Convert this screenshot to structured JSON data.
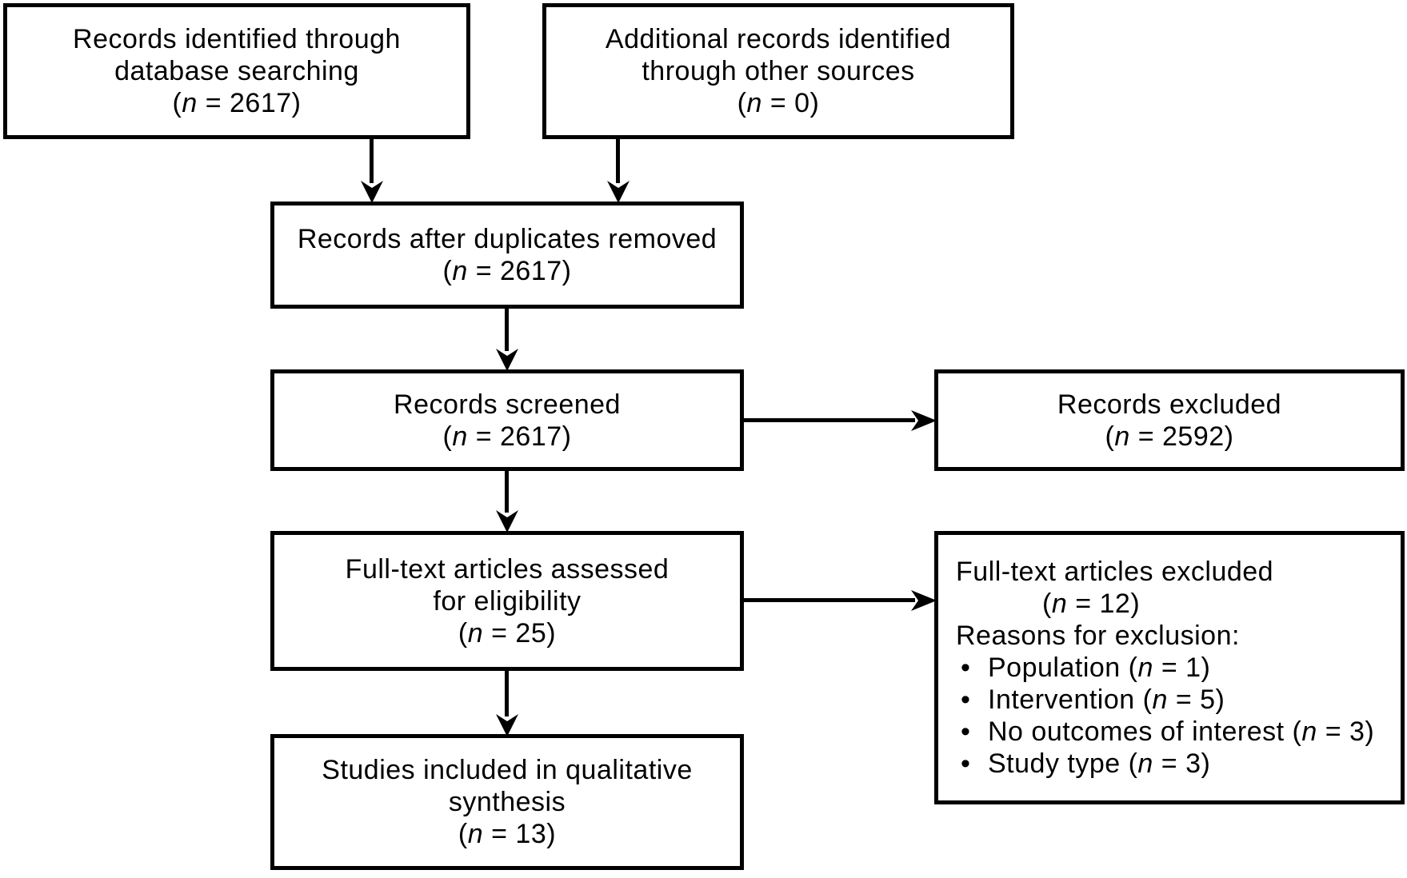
{
  "colors": {
    "line": "#000000",
    "background": "#ffffff"
  },
  "boxes": {
    "identified_db": {
      "lines": [
        "Records identified through",
        "database searching"
      ],
      "stat": {
        "open": "(",
        "n": "n",
        "rest": " = 2617)"
      }
    },
    "identified_other": {
      "lines": [
        "Additional records identified",
        "through other sources"
      ],
      "stat": {
        "open": "(",
        "n": "n",
        "rest": " = 0)"
      }
    },
    "after_duplicates": {
      "lines": [
        "Records after duplicates removed"
      ],
      "stat": {
        "open": "(",
        "n": "n",
        "rest": " = 2617)"
      }
    },
    "screened": {
      "lines": [
        "Records screened"
      ],
      "stat": {
        "open": "(",
        "n": "n",
        "rest": " = 2617)"
      }
    },
    "records_excluded": {
      "lines": [
        "Records excluded"
      ],
      "stat": {
        "open": "(",
        "n": "n",
        "rest": " = 2592)"
      }
    },
    "fulltext_assessed": {
      "lines": [
        "Full-text articles assessed",
        "for eligibility"
      ],
      "stat": {
        "open": "(",
        "n": "n",
        "rest": " = 25)"
      }
    },
    "fulltext_excluded": {
      "title": "Full-text articles excluded",
      "stat": {
        "open": "(",
        "n": "n",
        "rest": " = 12)"
      },
      "reasons_heading": "Reasons for exclusion:",
      "reasons": [
        {
          "label": "Population (",
          "n": "n",
          "rest": " = 1)"
        },
        {
          "label": "Intervention (",
          "n": "n",
          "rest": " = 5)"
        },
        {
          "label": "No outcomes of interest (",
          "n": "n",
          "rest": " = 3)"
        },
        {
          "label": "Study type (",
          "n": "n",
          "rest": " = 3)"
        }
      ]
    },
    "included_qualitative": {
      "lines": [
        "Studies included in qualitative",
        "synthesis"
      ],
      "stat": {
        "open": "(",
        "n": "n",
        "rest": " = 13)"
      }
    }
  }
}
